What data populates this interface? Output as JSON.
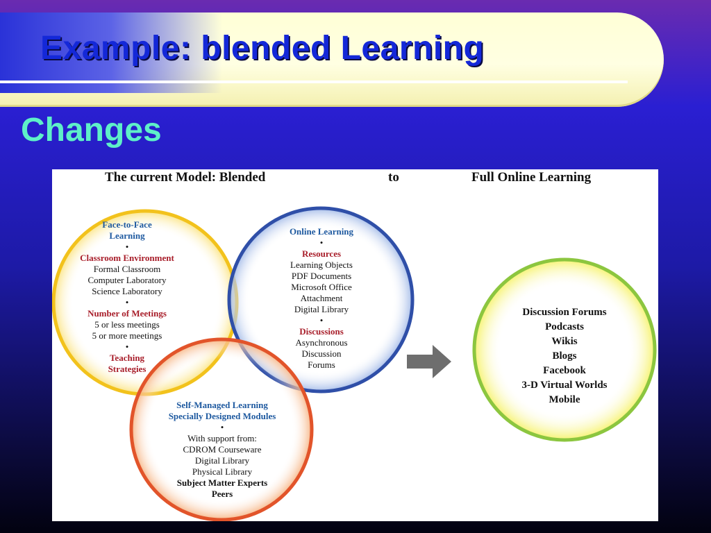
{
  "slide": {
    "title": "Example: blended Learning",
    "subtitle": "Changes"
  },
  "diagram": {
    "header_left": "The current Model: Blended",
    "header_mid": "to",
    "header_right": "Full Online Learning",
    "yellow_circle": {
      "color": "#f2c21c",
      "heading_1": "Face-to-Face",
      "heading_2": "Learning",
      "bullet_1": "•",
      "section_1_title": "Classroom Environment",
      "section_1_items": [
        "Formal Classroom",
        "Computer Laboratory",
        "Science Laboratory"
      ],
      "bullet_2": "•",
      "section_2_title": "Number of Meetings",
      "section_2_items": [
        "5 or less meetings",
        "5 or more meetings"
      ],
      "bullet_3": "•",
      "section_3_title_1": "Teaching",
      "section_3_title_2": "Strategies"
    },
    "blue_circle": {
      "color": "#2f4fa8",
      "heading": "Online Learning",
      "bullet_1": "•",
      "section_1_title": "Resources",
      "section_1_items": [
        "Learning Objects",
        "PDF Documents",
        "Microsoft Office",
        "Attachment",
        "Digital Library"
      ],
      "bullet_2": "•",
      "section_2_title": "Discussions",
      "section_2_items": [
        "Asynchronous",
        "Discussion",
        "Forums"
      ]
    },
    "orange_circle": {
      "color": "#e2542a",
      "heading_1": "Self-Managed Learning",
      "heading_2": "Specially Designed Modules",
      "bullet": "•",
      "support_label": "With support from:",
      "items": [
        "CDROM Courseware",
        "Digital Library",
        "Physical Library"
      ],
      "bold_items": [
        "Subject Matter Experts",
        "Peers"
      ]
    },
    "arrow": {
      "icon": "right-arrow-icon",
      "color": "#6e6e6e"
    },
    "green_circle": {
      "color": "#8cc63f",
      "items": [
        "Discussion Forums",
        "Podcasts",
        "Wikis",
        "Blogs",
        "Facebook",
        "3-D Virtual Worlds",
        "Mobile"
      ]
    }
  }
}
